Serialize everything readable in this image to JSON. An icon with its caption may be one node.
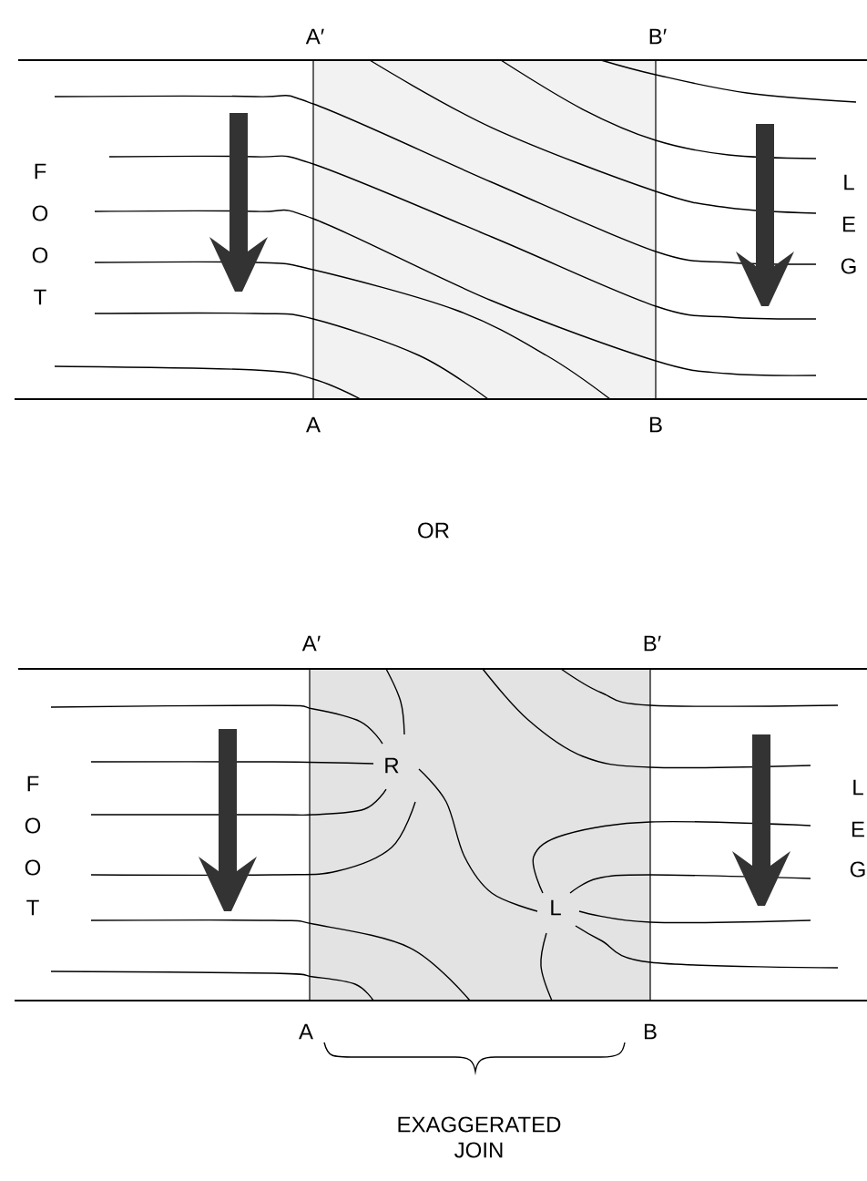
{
  "diagram": {
    "labels": [
      "A′",
      "B′",
      "F",
      "O",
      "O",
      "T",
      "L",
      "E",
      "G",
      "A",
      "B",
      "OR",
      "A′",
      "B′",
      "R",
      "F",
      "O",
      "O",
      "T",
      "L",
      "E",
      "G",
      "L",
      "A",
      "B",
      "EXAGGERATED JOIN"
    ]
  }
}
